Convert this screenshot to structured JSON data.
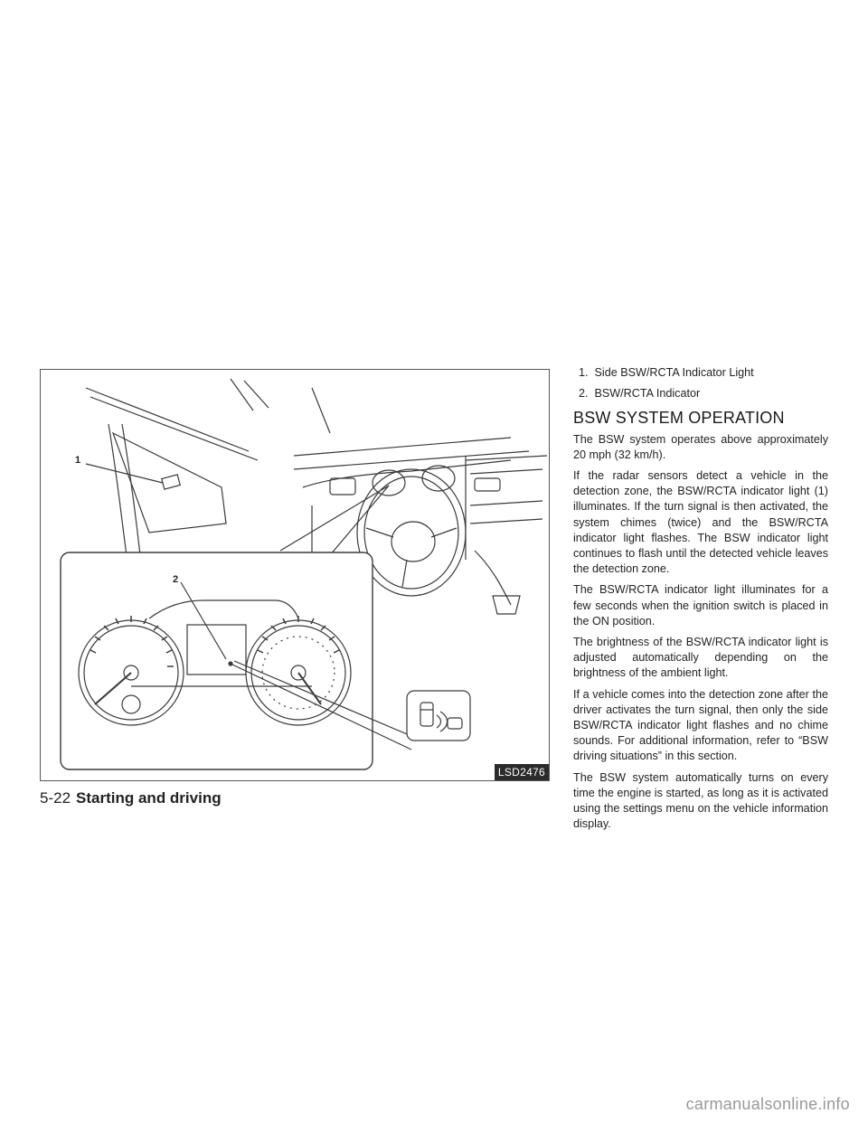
{
  "figure": {
    "callout_1": "1",
    "callout_2": "2",
    "code": "LSD2476"
  },
  "legend": [
    {
      "num": "1.",
      "label": "Side BSW/RCTA Indicator Light"
    },
    {
      "num": "2.",
      "label": "BSW/RCTA Indicator"
    }
  ],
  "section": {
    "title": "BSW SYSTEM OPERATION",
    "paragraphs": [
      "The BSW system operates above approximately 20 mph (32 km/h).",
      "If the radar sensors detect a vehicle in the detection zone, the BSW/RCTA indicator light (1) illuminates. If the turn signal is then activated, the system chimes (twice) and the BSW/RCTA indicator light flashes. The BSW indicator light continues to flash until the detected vehicle leaves the detection zone.",
      "The BSW/RCTA indicator light illuminates for a few seconds when the ignition switch is placed in the ON position.",
      "The brightness of the BSW/RCTA indicator light is adjusted automatically depending on the brightness of the ambient light.",
      "If a vehicle comes into the detection zone after the driver activates the turn signal, then only the side BSW/RCTA indicator light flashes and no chime sounds. For additional information, refer to “BSW driving situations” in this section.",
      "The BSW system automatically turns on every time the engine is started, as long as it is activated using the settings menu on the vehicle information display."
    ]
  },
  "footer": {
    "page": "5-22",
    "section": "Starting and driving"
  },
  "watermark": "carmanualsonline.info"
}
